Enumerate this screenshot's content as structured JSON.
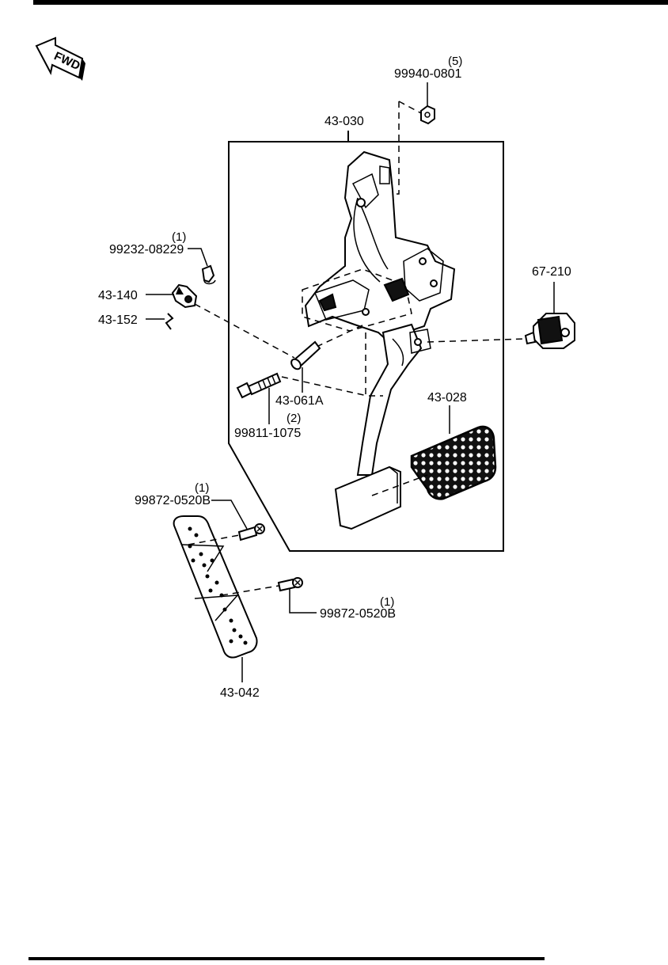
{
  "fwd_arrow": {
    "label": "FWD"
  },
  "parts": {
    "nut": {
      "qty": "(5)",
      "number": "99940-0801"
    },
    "pedal_assembly": {
      "number": "43-030"
    },
    "screw_small": {
      "qty": "(1)",
      "number": "99232-08229"
    },
    "clip": {
      "number": "43-140"
    },
    "spring_clip": {
      "number": "43-152"
    },
    "switch": {
      "number": "67-210"
    },
    "bushing": {
      "number": "43-061A"
    },
    "bolt": {
      "qty": "(2)",
      "number": "99811-1075"
    },
    "pedal_pad": {
      "number": "43-028"
    },
    "screw_upper": {
      "qty": "(1)",
      "number": "99872-0520B"
    },
    "screw_lower": {
      "qty": "(1)",
      "number": "99872-0520B"
    },
    "pedal_plate": {
      "number": "43-042"
    }
  }
}
